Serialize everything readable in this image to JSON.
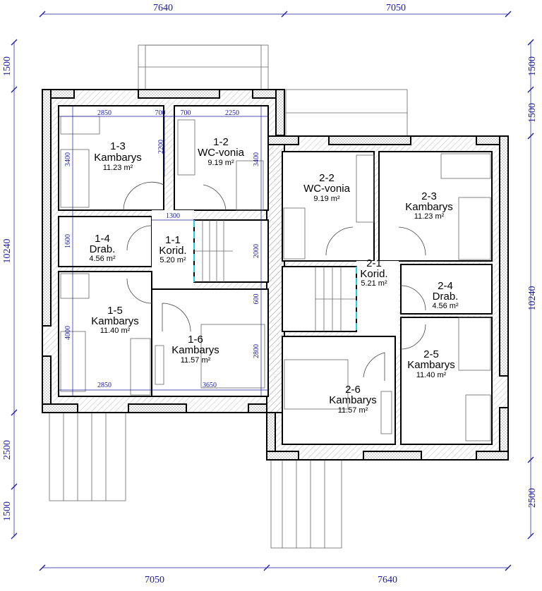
{
  "plan": {
    "rooms": [
      {
        "id": "1-1",
        "name": "Korid.",
        "area": "5.20 m²"
      },
      {
        "id": "1-2",
        "name": "WC-vonia",
        "area": "9.19 m²"
      },
      {
        "id": "1-3",
        "name": "Kambarys",
        "area": "11.23 m²"
      },
      {
        "id": "1-4",
        "name": "Drab.",
        "area": "4.56 m²"
      },
      {
        "id": "1-5",
        "name": "Kambarys",
        "area": "11.40 m²"
      },
      {
        "id": "1-6",
        "name": "Kambarys",
        "area": "11.57 m²"
      },
      {
        "id": "2-1",
        "name": "Korid.",
        "area": "5.21 m²"
      },
      {
        "id": "2-2",
        "name": "WC-vonia",
        "area": "9.19 m²"
      },
      {
        "id": "2-3",
        "name": "Kambarys",
        "area": "11.23 m²"
      },
      {
        "id": "2-4",
        "name": "Drab.",
        "area": "4.56 m²"
      },
      {
        "id": "2-5",
        "name": "Kambarys",
        "area": "11.40 m²"
      },
      {
        "id": "2-6",
        "name": "Kambarys",
        "area": "11.57 m²"
      }
    ],
    "outer_dims": {
      "top": [
        "7640",
        "7050"
      ],
      "bottom": [
        "7050",
        "7640"
      ],
      "left": [
        "1500",
        "10240",
        "2500",
        "1500"
      ],
      "right": [
        "1500",
        "1500",
        "10240",
        "2500"
      ]
    },
    "inner_dims": [
      "2850",
      "700",
      "700",
      "2250",
      "2200",
      "3400",
      "3400",
      "1300",
      "1600",
      "2000",
      "600",
      "4000",
      "2800",
      "2850",
      "3650"
    ]
  }
}
